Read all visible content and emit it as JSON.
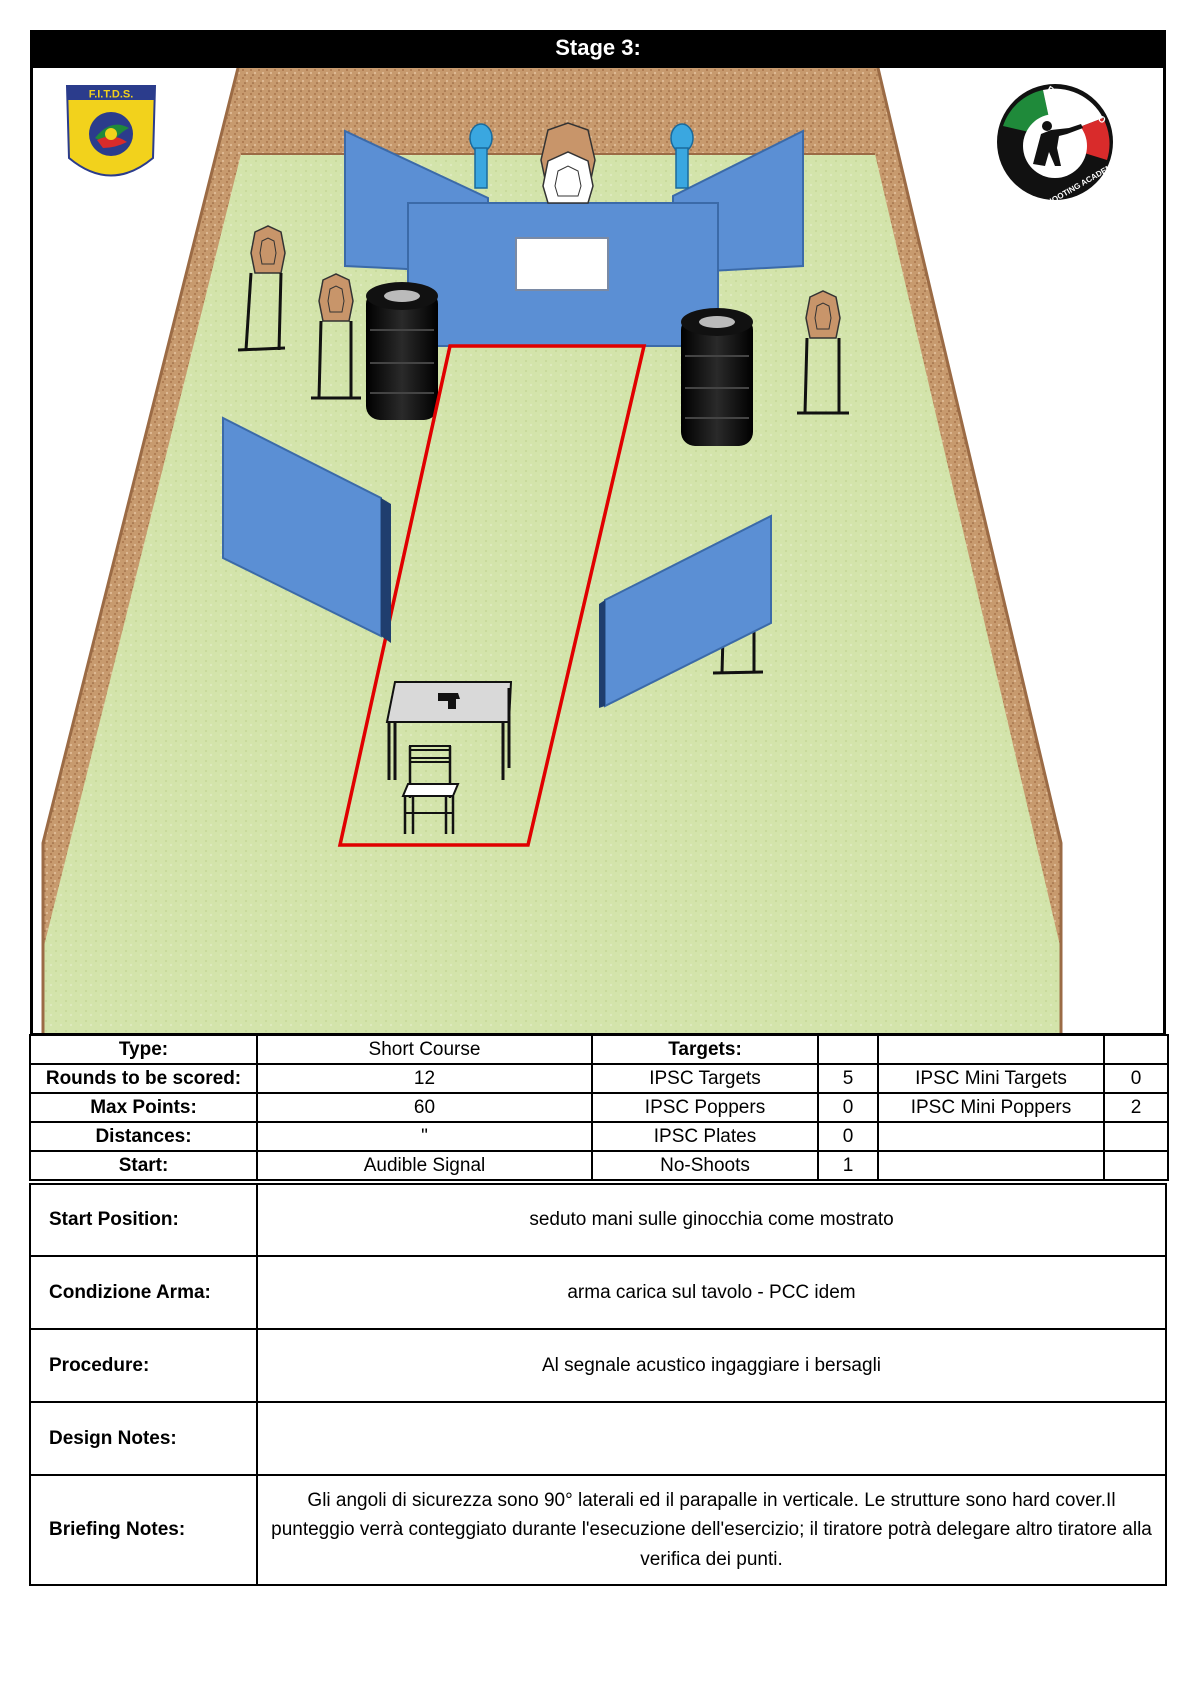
{
  "title": "Stage 3:",
  "logos": {
    "left_text": "F.I.T.D.S.",
    "right_text_top": "PIANCARDATO",
    "right_text_bottom": "SHOOTING ACADEMY"
  },
  "info": {
    "type_label": "Type:",
    "type_value": "Short Course",
    "rounds_label": "Rounds to be scored:",
    "rounds_value": "12",
    "maxpoints_label": "Max Points:",
    "maxpoints_value": "60",
    "distances_label": "Distances:",
    "distances_value": "\"",
    "start_label": "Start:",
    "start_value": "Audible Signal",
    "targets_label": "Targets:",
    "ipsc_targets_label": "IPSC Targets",
    "ipsc_targets_value": "5",
    "ipsc_poppers_label": "IPSC Poppers",
    "ipsc_poppers_value": "0",
    "ipsc_plates_label": "IPSC Plates",
    "ipsc_plates_value": "0",
    "noshoots_label": "No-Shoots",
    "noshoots_value": "1",
    "mini_targets_label": "IPSC Mini Targets",
    "mini_targets_value": "0",
    "mini_poppers_label": "IPSC Mini Poppers",
    "mini_poppers_value": "2"
  },
  "notes": {
    "start_position_label": "Start Position:",
    "start_position_value": "seduto mani sulle ginocchia come mostrato",
    "condizione_label": "Condizione Arma:",
    "condizione_value": "arma carica sul tavolo - PCC idem",
    "procedure_label": "Procedure:",
    "procedure_value": "Al segnale acustico ingaggiare i bersagli",
    "design_label": "Design Notes:",
    "design_value": "",
    "briefing_label": "Briefing Notes:",
    "briefing_value": "Gli angoli di sicurezza sono 90° laterali ed il parapalle in verticale. Le strutture sono hard cover.Il punteggio verrà conteggiato durante l'esecuzione dell'esercizio; il tiratore potrà delegare altro tiratore alla verifica  dei punti."
  },
  "colors": {
    "grass": "#d6e6b0",
    "berm": "#c8956a",
    "wall": "#5b8fd4",
    "target": "#c8956a",
    "fault_line": "#e00000"
  }
}
